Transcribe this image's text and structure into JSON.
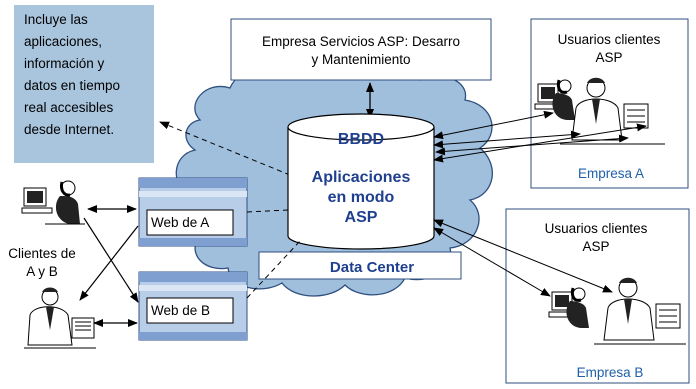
{
  "note_box": {
    "lines": [
      "Incluye las",
      "aplicaciones,",
      "información y",
      "datos en tiempo",
      "real accesibles",
      "desde Internet."
    ]
  },
  "asp_company": {
    "lines": [
      "Empresa Servicios ASP: Desarro",
      "y Mantenimiento"
    ]
  },
  "cylinder": {
    "title": "BBDD",
    "lines": [
      "Aplicaciones",
      "en modo",
      "ASP"
    ]
  },
  "data_center": {
    "label": "Data Center"
  },
  "group_a": {
    "header_lines": [
      "Usuarios clientes",
      "ASP"
    ],
    "company": "Empresa A"
  },
  "group_b": {
    "header_lines": [
      "Usuarios clientes",
      "ASP"
    ],
    "company": "Empresa B"
  },
  "clients": {
    "lines": [
      "Clientes de",
      "A y B"
    ]
  },
  "web_a": {
    "label": "Web de A"
  },
  "web_b": {
    "label": "Web de B"
  },
  "colors": {
    "cloud_fill": "#9fbfdd",
    "cloud_stroke": "#2f4f7f",
    "note_fill": "#a9c5de",
    "bold_text": "#1f3f8f",
    "company_text": "#2060a8",
    "window_blue": "#7f9fd0"
  }
}
